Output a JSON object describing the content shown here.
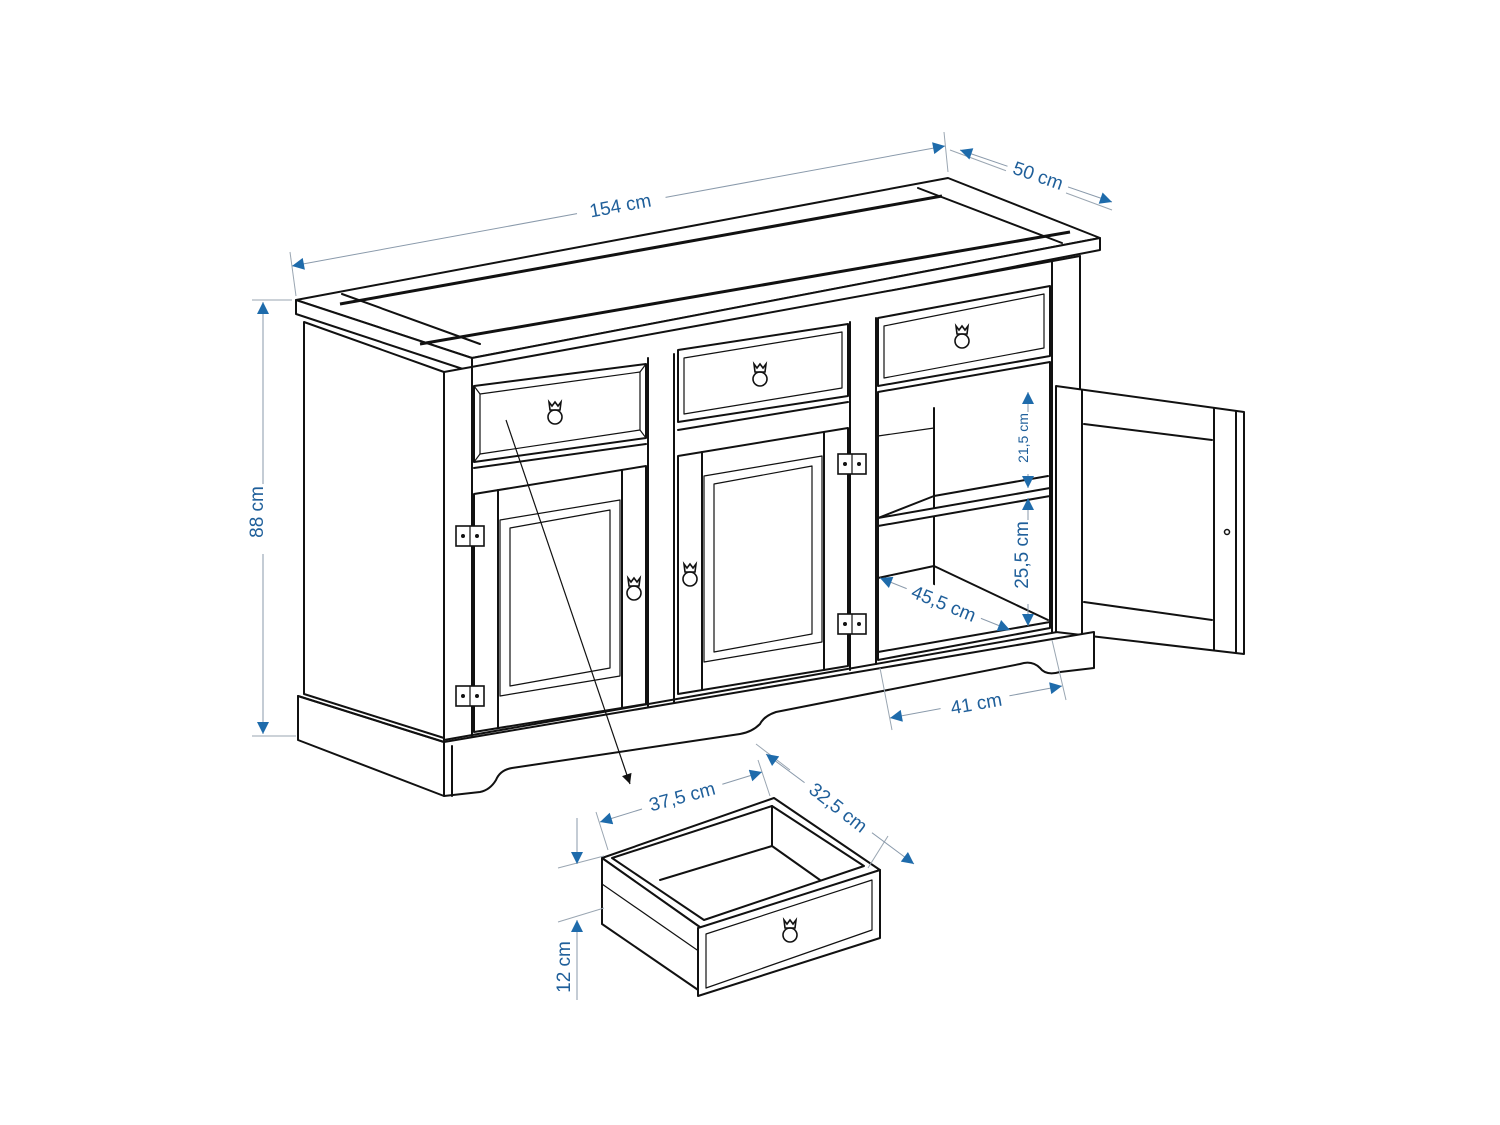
{
  "colors": {
    "line": "#111111",
    "dimension": "#1f5f9a",
    "arrow": "#1e6bab",
    "dimension_line": "#8a9aab",
    "background": "#ffffff"
  },
  "diagram": {
    "subject": "Sideboard with 3 drawers and 3 doors, one drawer removed, right door open",
    "dimensions": {
      "width": "154 cm",
      "depth": "50 cm",
      "height": "88 cm",
      "compartment_upper_height": "21,5 cm",
      "compartment_lower_height": "25,5 cm",
      "compartment_depth": "45,5 cm",
      "compartment_width": "41 cm",
      "drawer_width": "37,5 cm",
      "drawer_depth": "32,5 cm",
      "drawer_height": "12 cm"
    },
    "components": {
      "drawers": 3,
      "doors": 3,
      "open_door": "right",
      "removed_drawer": "left",
      "shelves_in_open_compartment": 1
    }
  }
}
